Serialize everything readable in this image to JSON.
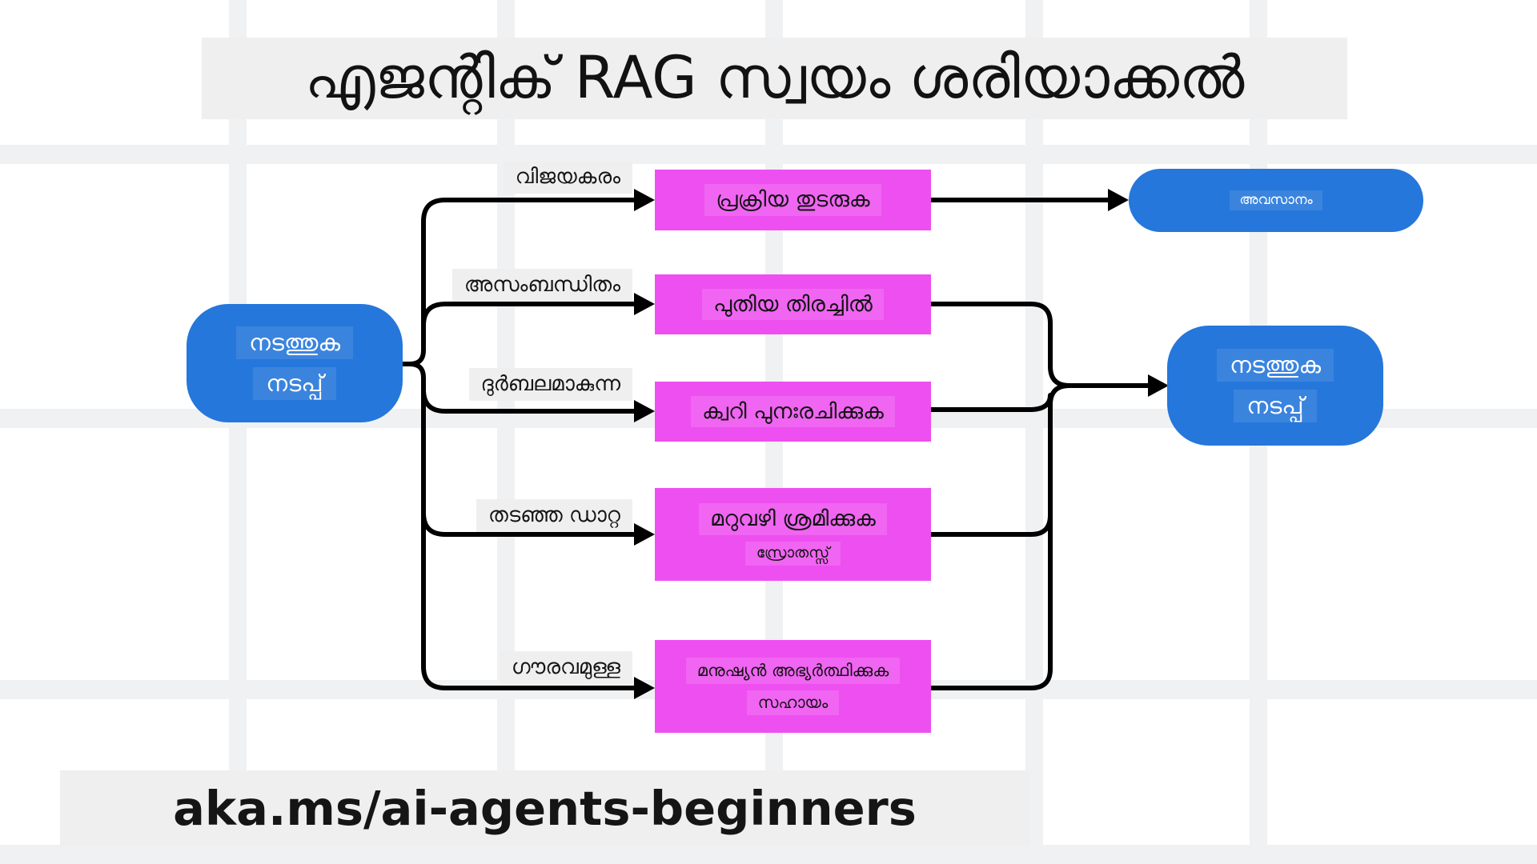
{
  "title": {
    "text": "എജന്റിക് RAG സ്വയം ശരിയാക്കൽ"
  },
  "footer": {
    "text": "aka.ms/ai-agents-beginners"
  },
  "colors": {
    "node_blue": "#2577db",
    "box_magenta": "#ee4ff0",
    "label_bg": "#efefef",
    "connector": "#000000",
    "background": "#ffffff",
    "grid": "#f0f1f2"
  },
  "start_node": {
    "line1": "നടത്തുക",
    "line2": "നടപ്പ്"
  },
  "end_node": {
    "label": "അവസാനം"
  },
  "rerun_node": {
    "line1": "നടത്തുക",
    "line2": "നടപ്പ്"
  },
  "branches": [
    {
      "label": "വിജയകരം",
      "box_line1": "പ്രക്രിയ തുടരുക",
      "box_line2": "",
      "target": "end-node"
    },
    {
      "label": "അസംബന്ധിതം",
      "box_line1": "പുതിയ തിരച്ചിൽ",
      "box_line2": "",
      "target": "rerun-node"
    },
    {
      "label": "ദുർബലമാകുന്ന",
      "box_line1": "ക്വറി പുനഃരചിക്കുക",
      "box_line2": "",
      "target": "rerun-node"
    },
    {
      "label": "തടഞ്ഞ ഡാറ്റ",
      "box_line1": "മറുവഴി ശ്രമിക്കുക",
      "box_line2": "സ്രോതസ്സ്",
      "target": "rerun-node"
    },
    {
      "label": "ഗൗരവമുള്ള",
      "box_line1": "മനുഷ്യൻ അഭ്യർത്ഥിക്കുക",
      "box_line2": "സഹായം",
      "target": "rerun-node"
    }
  ]
}
